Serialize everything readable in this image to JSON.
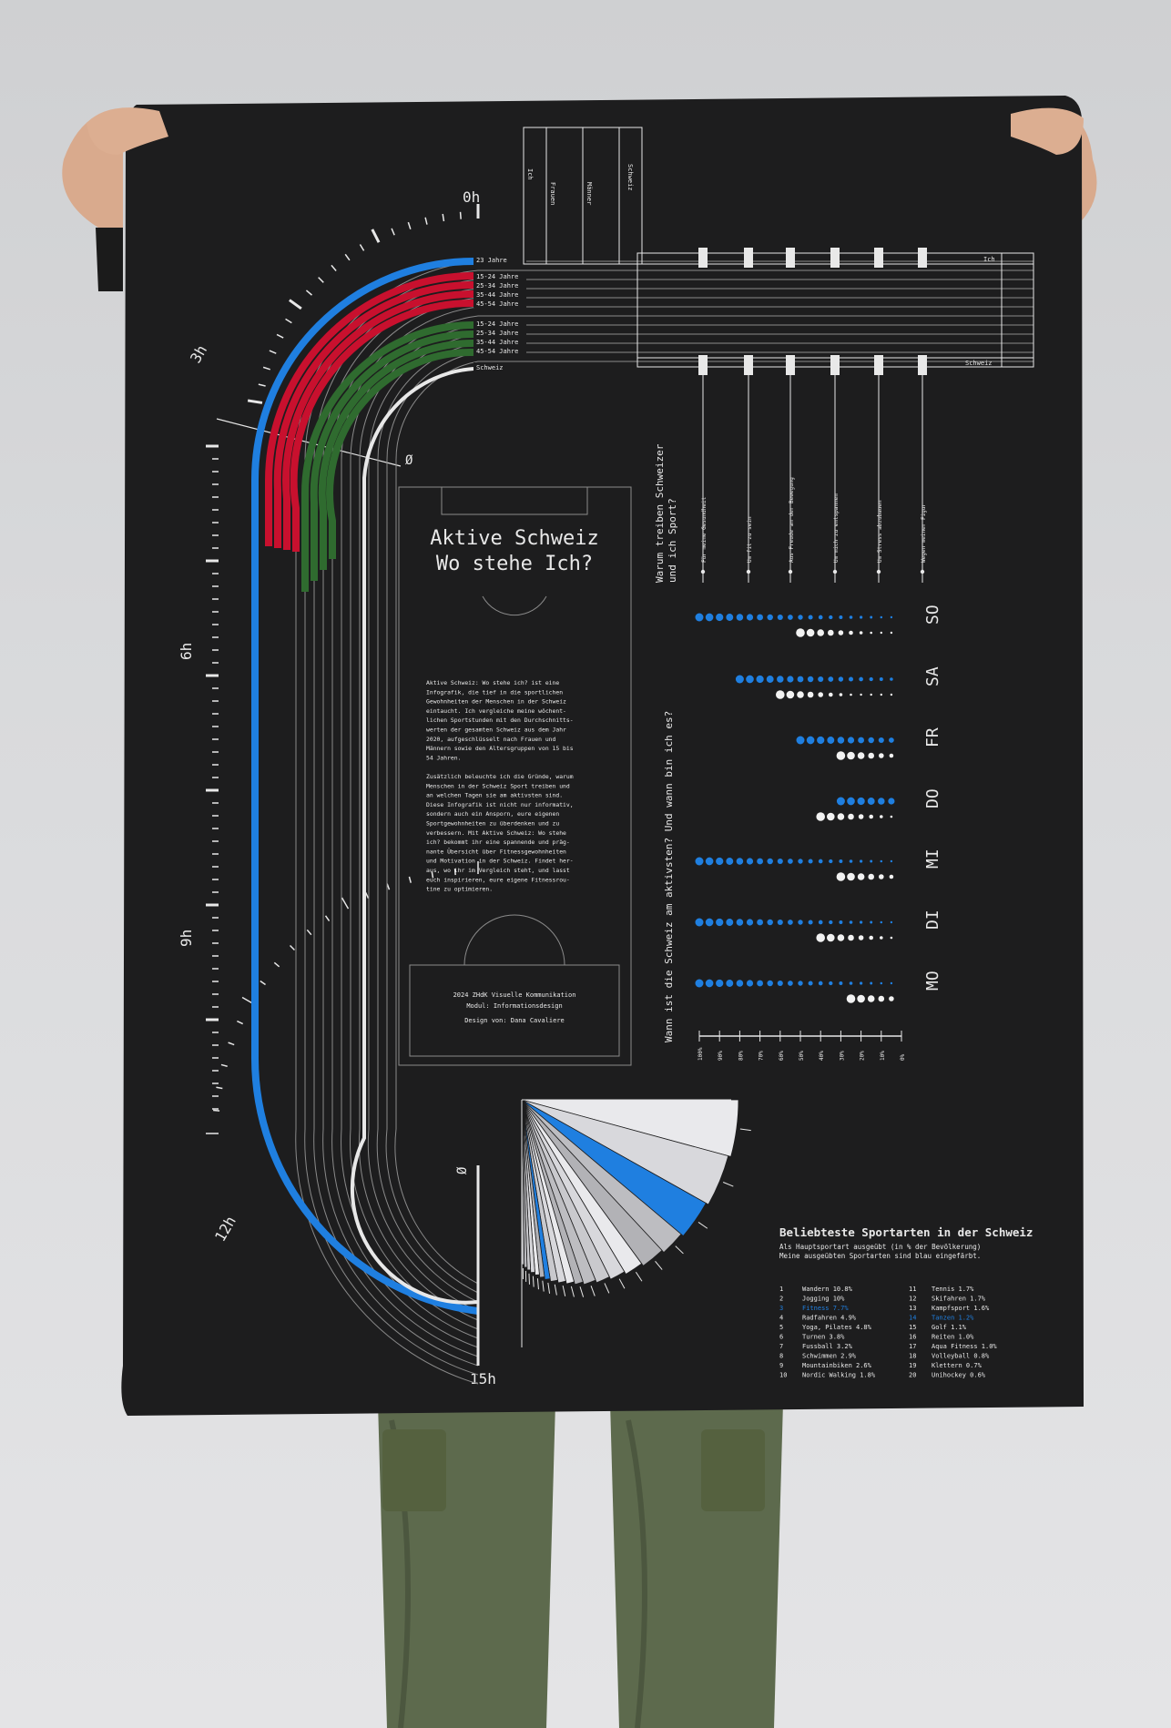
{
  "colors": {
    "poster": "#1c1c1d",
    "line": "#e8e8e8",
    "blue": "#1f7fe0",
    "red": "#c8102e",
    "green": "#2f6b2f",
    "skin": "#d8a98c",
    "trousers": "#5f6b4e"
  },
  "title": {
    "line1": "Aktive Schweiz",
    "line2": "Wo stehe Ich?"
  },
  "intro": [
    "Aktive Schweiz: Wo stehe ich? ist eine",
    "Infografik, die tief in die sportlichen",
    "Gewohnheiten der Menschen in der Schweiz",
    "eintaucht. Ich vergleiche meine wöchent-",
    "lichen Sportstunden mit den Durchschnitts-",
    "werten der gesamten Schweiz aus dem Jahr",
    "2020, aufgeschlüsselt nach Frauen und",
    "Männern sowie den Altersgruppen von 15 bis",
    "54 Jahren.",
    "",
    "Zusätzlich beleuchte ich die Gründe, warum",
    "Menschen in der Schweiz Sport treiben und",
    "an welchen Tagen sie am aktivsten sind.",
    "Diese Infografik ist nicht nur informativ,",
    "sondern auch ein Ansporn, eure eigenen",
    "Sportgewohnheiten zu überdenken und zu",
    "verbessern. Mit Aktive Schweiz: Wo stehe",
    "ich? bekommt ihr eine spannende und präg-",
    "nante Übersicht über Fitnessgewohnheiten",
    "und Motivation in der Schweiz. Findet her-",
    "aus, wo ihr im Vergleich steht, und lasst",
    "euch inspirieren, eure eigene Fitnessrou-",
    "tine zu optimieren."
  ],
  "credits": {
    "line1": "2024 ZHdK Visuelle Kommunikation",
    "line2": "Modul: Informationsdesign",
    "line3": "Design von: Dana Cavaliere"
  },
  "clock": {
    "h0": "0h",
    "h3": "3h",
    "h6": "6h",
    "h9": "9h",
    "h12": "12h",
    "h15": "15h",
    "avg_a": "Ø",
    "avg_b": "Ø"
  },
  "track_labels": {
    "ich": "Ich",
    "frauen": "Frauen",
    "maenner": "Männer",
    "schweiz": "Schweiz",
    "me_age": "23 Jahre",
    "f1": "15-24 Jahre",
    "f2": "25-34 Jahre",
    "f3": "35-44 Jahre",
    "f4": "45-54 Jahre",
    "m1": "15-24 Jahre",
    "m2": "25-34 Jahre",
    "m3": "35-44 Jahre",
    "m4": "45-54 Jahre",
    "ch": "Schweiz",
    "ich_right": "Ich",
    "schweiz_right": "Schweiz"
  },
  "reasons": {
    "question_line1": "Warum treiben Schweizer",
    "question_line2": "und ich Sport?",
    "items": [
      "Für meine Gesundheit",
      "Um fit zu sein",
      "Aus Freude an der Bewegung",
      "Um mich zu entspannen",
      "Um Stress abzubauen",
      "Wegen meiner Figur"
    ]
  },
  "days": {
    "question": "Wann ist die Schweiz am aktivsten? Und wann bin ich es?",
    "labels": [
      "SO",
      "SA",
      "FR",
      "DO",
      "MI",
      "DI",
      "MO"
    ],
    "axis": [
      "100%",
      "90%",
      "80%",
      "70%",
      "60%",
      "50%",
      "40%",
      "30%",
      "20%",
      "10%",
      "0%"
    ]
  },
  "chart_data": {
    "type": "scatter",
    "title": "Wann ist die Schweiz am aktivsten? Und wann bin ich es?",
    "categories": [
      "SO",
      "SA",
      "FR",
      "DO",
      "MI",
      "DI",
      "MO"
    ],
    "xlabel": "",
    "ylabel": "",
    "xlim": [
      0,
      100
    ],
    "series": [
      {
        "values": [
          100,
          80,
          50,
          30,
          100,
          100,
          100
        ]
      },
      {
        "values": [
          50,
          60,
          30,
          40,
          30,
          40,
          25
        ]
      }
    ]
  },
  "sports": {
    "title": "Beliebteste Sportarten in der Schweiz",
    "subtitle1": "Als Hauptsportart ausgeübt (in % der Bevölkerung)",
    "subtitle2": "Meine ausgeübten Sportarten sind blau eingefärbt.",
    "items": [
      {
        "n": "1",
        "label": "Wandern 10.8%",
        "value": 10.8,
        "mine": false
      },
      {
        "n": "2",
        "label": "Jogging 10%",
        "value": 10,
        "mine": false
      },
      {
        "n": "3",
        "label": "Fitness 7.7%",
        "value": 7.7,
        "mine": true
      },
      {
        "n": "4",
        "label": "Radfahren 4.9%",
        "value": 4.9,
        "mine": false
      },
      {
        "n": "5",
        "label": "Yoga, Pilates 4.8%",
        "value": 4.8,
        "mine": false
      },
      {
        "n": "6",
        "label": "Turnen 3.8%",
        "value": 3.8,
        "mine": false
      },
      {
        "n": "7",
        "label": "Fussball 3.2%",
        "value": 3.2,
        "mine": false
      },
      {
        "n": "8",
        "label": "Schwimmen 2.9%",
        "value": 2.9,
        "mine": false
      },
      {
        "n": "9",
        "label": "Mountainbiken 2.6%",
        "value": 2.6,
        "mine": false
      },
      {
        "n": "10",
        "label": "Nordic Walking 1.8%",
        "value": 1.8,
        "mine": false
      },
      {
        "n": "11",
        "label": "Tennis 1.7%",
        "value": 1.7,
        "mine": false
      },
      {
        "n": "12",
        "label": "Skifahren 1.7%",
        "value": 1.7,
        "mine": false
      },
      {
        "n": "13",
        "label": "Kampfsport 1.6%",
        "value": 1.6,
        "mine": false
      },
      {
        "n": "14",
        "label": "Tanzen 1.2%",
        "value": 1.2,
        "mine": true
      },
      {
        "n": "15",
        "label": "Golf 1.1%",
        "value": 1.1,
        "mine": false
      },
      {
        "n": "16",
        "label": "Reiten 1.0%",
        "value": 1.0,
        "mine": false
      },
      {
        "n": "17",
        "label": "Aqua Fitness 1.0%",
        "value": 1.0,
        "mine": false
      },
      {
        "n": "18",
        "label": "Volleyball 0.8%",
        "value": 0.8,
        "mine": false
      },
      {
        "n": "19",
        "label": "Klettern 0.7%",
        "value": 0.7,
        "mine": false
      },
      {
        "n": "20",
        "label": "Unihockey 0.6%",
        "value": 0.6,
        "mine": false
      }
    ]
  }
}
